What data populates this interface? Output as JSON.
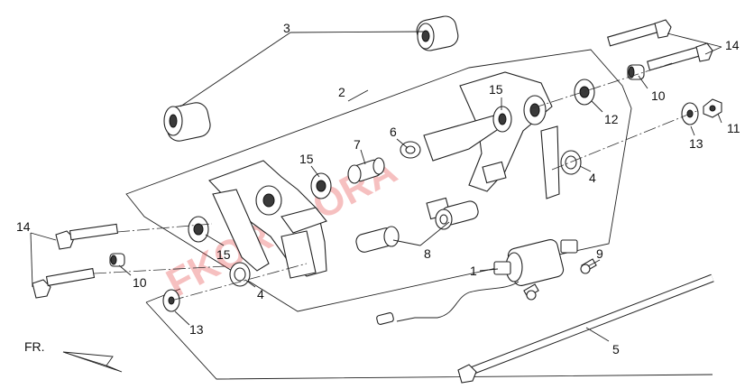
{
  "watermark": "FKORFHORA",
  "direction": {
    "label": "FR."
  },
  "callouts": {
    "c1": "1",
    "c2": "2",
    "c3": "3",
    "c4a": "4",
    "c4b": "4",
    "c5": "5",
    "c6": "6",
    "c7": "7",
    "c8": "8",
    "c9": "9",
    "c10a": "10",
    "c10b": "10",
    "c11": "11",
    "c12": "12",
    "c13a": "13",
    "c13b": "13",
    "c14a": "14",
    "c14b": "14",
    "c15a": "15",
    "c15b": "15",
    "c15c": "15"
  },
  "colors": {
    "watermark": "#e33b3b",
    "ink": "#222222"
  }
}
